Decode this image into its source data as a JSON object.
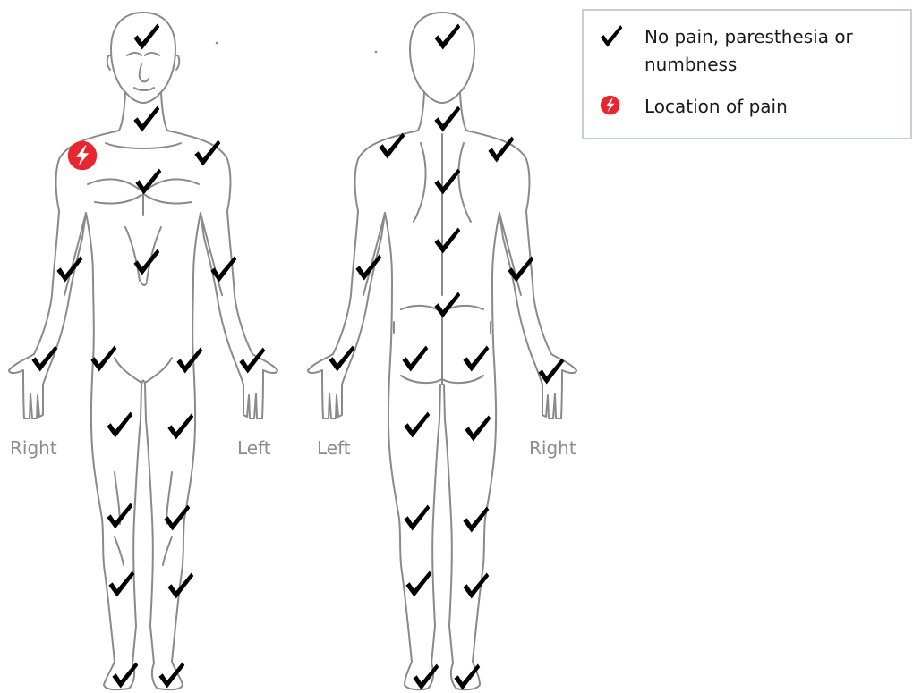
{
  "labels": {
    "front_right": "Right",
    "front_left": "Left",
    "back_left": "Left",
    "back_right": "Right"
  },
  "legend": {
    "no_pain": "No pain, paresthesia or numbness",
    "pain": "Location of pain"
  },
  "colors": {
    "outline": "#8a8a8a",
    "check": "#000000",
    "pain_marker": "#e8262d",
    "legend_border": "#c4d0d6",
    "label_text": "#8c8c8c"
  },
  "icons": {
    "check": "check-icon",
    "pain": "lightning-bolt-icon"
  },
  "views": [
    "front",
    "back"
  ],
  "front_marks": {
    "checks": [
      "head",
      "neck",
      "left-shoulder",
      "chest",
      "abdomen",
      "right-elbow",
      "left-elbow",
      "right-wrist",
      "left-wrist",
      "right-groin",
      "left-groin",
      "right-thigh",
      "left-thigh",
      "right-knee",
      "left-knee",
      "right-shin",
      "left-shin",
      "right-foot",
      "left-foot"
    ],
    "pain": [
      "right-shoulder"
    ]
  },
  "back_marks": {
    "checks": [
      "head",
      "upper-back",
      "left-shoulder",
      "right-shoulder",
      "mid-back",
      "lower-back",
      "lumbar",
      "left-elbow",
      "right-elbow",
      "left-wrist",
      "right-wrist",
      "left-buttock",
      "right-buttock",
      "left-thigh",
      "right-thigh",
      "left-knee",
      "right-knee",
      "left-calf",
      "right-calf",
      "left-heel",
      "right-heel"
    ],
    "pain": []
  }
}
